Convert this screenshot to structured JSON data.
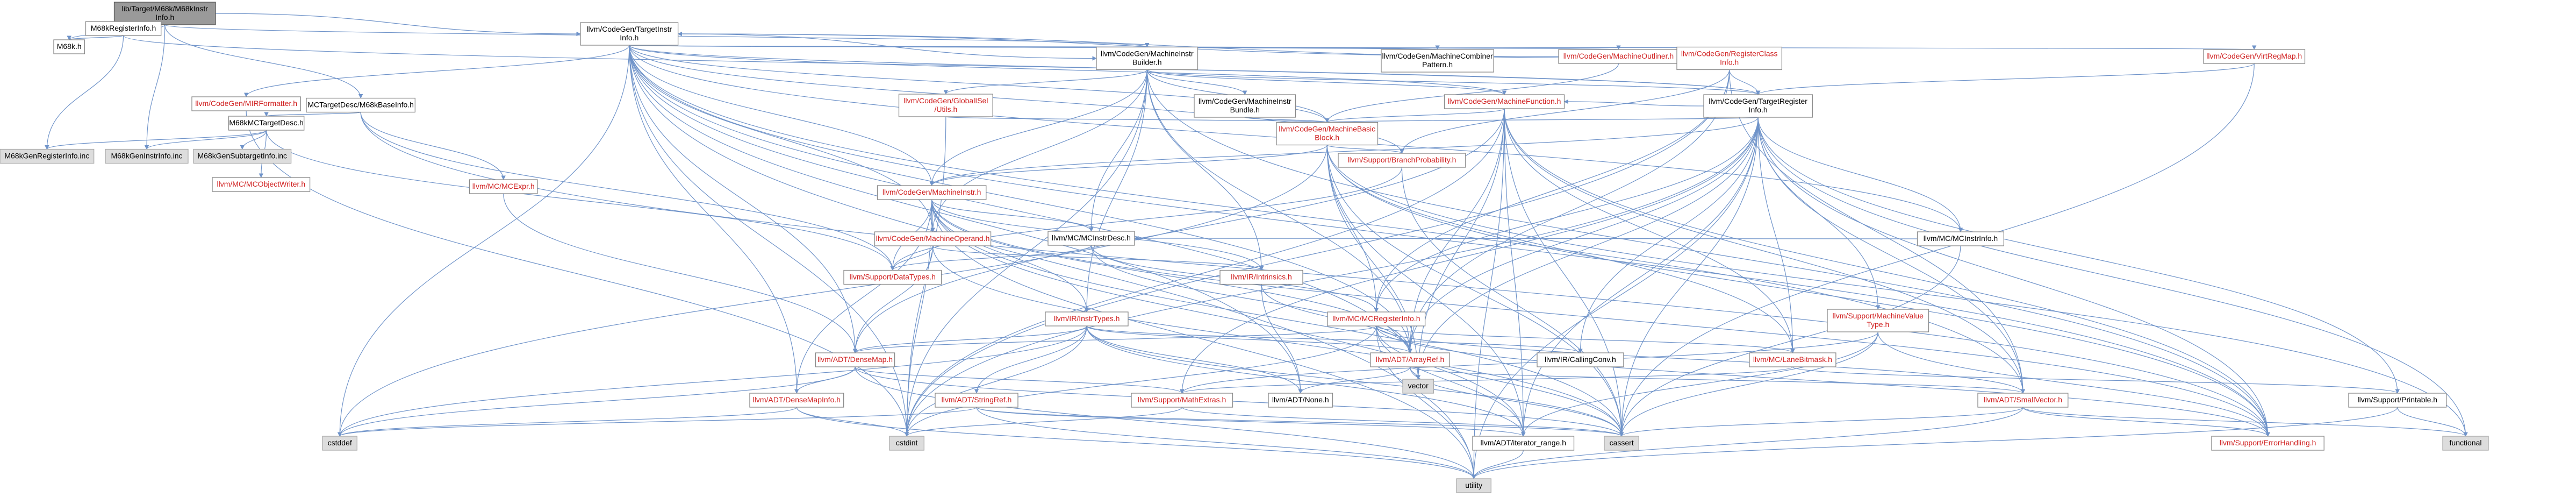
{
  "colors": {
    "background": "#ffffff",
    "edge": "#6f93c9",
    "node_fill": "#ffffff",
    "node_border": "#888888",
    "root_fill": "#9a9a9a",
    "root_border": "#555555",
    "external_fill": "#dddddd",
    "external_border": "#aaaaaa",
    "header_text": "#000000",
    "linked_text": "#d02020"
  },
  "nodes": [
    {
      "id": "root",
      "lines": [
        "lib/Target/M68k/M68kInstr",
        "Info.h"
      ],
      "style": "root"
    },
    {
      "id": "regh",
      "lines": [
        "M68kRegisterInfo.h"
      ],
      "style": "plain"
    },
    {
      "id": "m68kh",
      "lines": [
        "M68k.h"
      ],
      "style": "plain"
    },
    {
      "id": "tii",
      "lines": [
        "llvm/CodeGen/TargetInstr",
        "Info.h"
      ],
      "style": "plain"
    },
    {
      "id": "mcbaseinfo",
      "lines": [
        "MCTargetDesc/M68kBaseInfo.h"
      ],
      "style": "plain"
    },
    {
      "id": "mctargetdesc",
      "lines": [
        "M68kMCTargetDesc.h"
      ],
      "style": "plain"
    },
    {
      "id": "reginfoinc",
      "lines": [
        "M68kGenRegisterInfo.inc"
      ],
      "style": "external"
    },
    {
      "id": "instrinfoinc",
      "lines": [
        "M68kGenInstrInfo.inc"
      ],
      "style": "external"
    },
    {
      "id": "subtargetinc",
      "lines": [
        "M68kGenSubtargetInfo.inc"
      ],
      "style": "external"
    },
    {
      "id": "mcobjwriter",
      "lines": [
        "llvm/MC/MCObjectWriter.h"
      ],
      "style": "linked"
    },
    {
      "id": "mcexpr",
      "lines": [
        "llvm/MC/MCExpr.h"
      ],
      "style": "linked"
    },
    {
      "id": "mirformatter",
      "lines": [
        "llvm/CodeGen/MIRFormatter.h"
      ],
      "style": "linked"
    },
    {
      "id": "mib",
      "lines": [
        "llvm/CodeGen/MachineInstr",
        "Builder.h"
      ],
      "style": "plain"
    },
    {
      "id": "globalisel",
      "lines": [
        "llvm/CodeGen/GlobalISel",
        "/Utils.h"
      ],
      "style": "linked"
    },
    {
      "id": "mibundle",
      "lines": [
        "llvm/CodeGen/MachineInstr",
        "Bundle.h"
      ],
      "style": "plain"
    },
    {
      "id": "mcp",
      "lines": [
        "llvm/CodeGen/MachineCombiner",
        "Pattern.h"
      ],
      "style": "plain"
    },
    {
      "id": "moutliner",
      "lines": [
        "llvm/CodeGen/MachineOutliner.h"
      ],
      "style": "linked"
    },
    {
      "id": "rci",
      "lines": [
        "llvm/CodeGen/RegisterClass",
        "Info.h"
      ],
      "style": "linked"
    },
    {
      "id": "vrm",
      "lines": [
        "llvm/CodeGen/VirtRegMap.h"
      ],
      "style": "linked"
    },
    {
      "id": "mf",
      "lines": [
        "llvm/CodeGen/MachineFunction.h"
      ],
      "style": "linked"
    },
    {
      "id": "tri",
      "lines": [
        "llvm/CodeGen/TargetRegister",
        "Info.h"
      ],
      "style": "plain"
    },
    {
      "id": "mbb",
      "lines": [
        "llvm/CodeGen/MachineBasic",
        "Block.h"
      ],
      "style": "linked"
    },
    {
      "id": "bp",
      "lines": [
        "llvm/Support/BranchProbability.h"
      ],
      "style": "linked"
    },
    {
      "id": "mi",
      "lines": [
        "llvm/CodeGen/MachineInstr.h"
      ],
      "style": "linked"
    },
    {
      "id": "mo",
      "lines": [
        "llvm/CodeGen/MachineOperand.h"
      ],
      "style": "linked"
    },
    {
      "id": "mcinstrdesc",
      "lines": [
        "llvm/MC/MCInstrDesc.h"
      ],
      "style": "plain"
    },
    {
      "id": "mcinstrinfo",
      "lines": [
        "llvm/MC/MCInstrInfo.h"
      ],
      "style": "plain"
    },
    {
      "id": "datatypes",
      "lines": [
        "llvm/Support/DataTypes.h"
      ],
      "style": "linked"
    },
    {
      "id": "intrinsics",
      "lines": [
        "llvm/IR/Intrinsics.h"
      ],
      "style": "linked"
    },
    {
      "id": "irinstrtypes",
      "lines": [
        "llvm/IR/InstrTypes.h"
      ],
      "style": "linked"
    },
    {
      "id": "mcreginfo",
      "lines": [
        "llvm/MC/MCRegisterInfo.h"
      ],
      "style": "linked"
    },
    {
      "id": "mvt",
      "lines": [
        "llvm/Support/MachineValue",
        "Type.h"
      ],
      "style": "linked"
    },
    {
      "id": "densemap",
      "lines": [
        "llvm/ADT/DenseMap.h"
      ],
      "style": "linked"
    },
    {
      "id": "arrayref",
      "lines": [
        "llvm/ADT/ArrayRef.h"
      ],
      "style": "linked"
    },
    {
      "id": "callingconv",
      "lines": [
        "llvm/IR/CallingConv.h"
      ],
      "style": "plain"
    },
    {
      "id": "lanebitmask",
      "lines": [
        "llvm/MC/LaneBitmask.h"
      ],
      "style": "linked"
    },
    {
      "id": "densemapinfo",
      "lines": [
        "llvm/ADT/DenseMapInfo.h"
      ],
      "style": "linked"
    },
    {
      "id": "stringref",
      "lines": [
        "llvm/ADT/StringRef.h"
      ],
      "style": "linked"
    },
    {
      "id": "mathextras",
      "lines": [
        "llvm/Support/MathExtras.h"
      ],
      "style": "linked"
    },
    {
      "id": "none",
      "lines": [
        "llvm/ADT/None.h"
      ],
      "style": "plain"
    },
    {
      "id": "smallvector",
      "lines": [
        "llvm/ADT/SmallVector.h"
      ],
      "style": "linked"
    },
    {
      "id": "printable",
      "lines": [
        "llvm/Support/Printable.h"
      ],
      "style": "plain"
    },
    {
      "id": "vector",
      "lines": [
        "vector"
      ],
      "style": "external"
    },
    {
      "id": "cstddef",
      "lines": [
        "cstddef"
      ],
      "style": "external"
    },
    {
      "id": "cstdint",
      "lines": [
        "cstdint"
      ],
      "style": "external"
    },
    {
      "id": "cassert",
      "lines": [
        "cassert"
      ],
      "style": "external"
    },
    {
      "id": "iterrange",
      "lines": [
        "llvm/ADT/iterator_range.h"
      ],
      "style": "plain"
    },
    {
      "id": "errorhandling",
      "lines": [
        "llvm/Support/ErrorHandling.h"
      ],
      "style": "linked"
    },
    {
      "id": "functional",
      "lines": [
        "functional"
      ],
      "style": "external"
    },
    {
      "id": "utility",
      "lines": [
        "utility"
      ],
      "style": "external"
    }
  ],
  "edges": [
    [
      "root",
      "regh"
    ],
    [
      "root",
      "m68kh"
    ],
    [
      "root",
      "tii"
    ],
    [
      "root",
      "mcbaseinfo"
    ],
    [
      "root",
      "instrinfoinc"
    ],
    [
      "root",
      "mib"
    ],
    [
      "regh",
      "m68kh"
    ],
    [
      "regh",
      "reginfoinc"
    ],
    [
      "regh",
      "tri"
    ],
    [
      "mcbaseinfo",
      "mctargetdesc"
    ],
    [
      "mcbaseinfo",
      "mcexpr"
    ],
    [
      "mcbaseinfo",
      "datatypes"
    ],
    [
      "mcbaseinfo",
      "errorhandling"
    ],
    [
      "mctargetdesc",
      "reginfoinc"
    ],
    [
      "mctargetdesc",
      "instrinfoinc"
    ],
    [
      "mctargetdesc",
      "subtargetinc"
    ],
    [
      "mctargetdesc",
      "mcobjwriter"
    ],
    [
      "mctargetdesc",
      "datatypes"
    ],
    [
      "mcexpr",
      "densemap"
    ],
    [
      "mirformatter",
      "cstdint"
    ],
    [
      "tii",
      "mib"
    ],
    [
      "tii",
      "mcp"
    ],
    [
      "tii",
      "moutliner"
    ],
    [
      "tii",
      "rci"
    ],
    [
      "tii",
      "vrm"
    ],
    [
      "tii",
      "mirformatter"
    ],
    [
      "tii",
      "mf"
    ],
    [
      "tii",
      "tri"
    ],
    [
      "tii",
      "mbb"
    ],
    [
      "tii",
      "mi"
    ],
    [
      "tii",
      "mo"
    ],
    [
      "tii",
      "mcinstrinfo"
    ],
    [
      "tii",
      "arrayref"
    ],
    [
      "tii",
      "densemap"
    ],
    [
      "tii",
      "none"
    ],
    [
      "tii",
      "errorhandling"
    ],
    [
      "tii",
      "cstddef"
    ],
    [
      "tii",
      "cstdint"
    ],
    [
      "tii",
      "utility"
    ],
    [
      "tii",
      "vector"
    ],
    [
      "tii",
      "bp"
    ],
    [
      "tii",
      "smallvector"
    ],
    [
      "tii",
      "densemapinfo"
    ],
    [
      "mib",
      "globalisel"
    ],
    [
      "mib",
      "mibundle"
    ],
    [
      "mib",
      "mf"
    ],
    [
      "mib",
      "mbb"
    ],
    [
      "mib",
      "mi"
    ],
    [
      "mib",
      "mo"
    ],
    [
      "mib",
      "tri"
    ],
    [
      "mib",
      "irinstrtypes"
    ],
    [
      "mib",
      "intrinsics"
    ],
    [
      "mib",
      "errorhandling"
    ],
    [
      "mib",
      "cstdint"
    ],
    [
      "mib",
      "arrayref"
    ],
    [
      "mib",
      "mcinstrdesc"
    ],
    [
      "globalisel",
      "mbb"
    ],
    [
      "globalisel",
      "cstdint"
    ],
    [
      "mibundle",
      "mbb"
    ],
    [
      "moutliner",
      "mbb"
    ],
    [
      "moutliner",
      "tii"
    ],
    [
      "rci",
      "arrayref"
    ],
    [
      "rci",
      "bp"
    ],
    [
      "rci",
      "smallvector"
    ],
    [
      "rci",
      "tri"
    ],
    [
      "rci",
      "mcreginfo"
    ],
    [
      "rci",
      "cstdint"
    ],
    [
      "vrm",
      "tri"
    ],
    [
      "vrm",
      "cassert"
    ],
    [
      "mf",
      "mbb"
    ],
    [
      "mf",
      "arrayref"
    ],
    [
      "mf",
      "smallvector"
    ],
    [
      "mf",
      "iterrange"
    ],
    [
      "mf",
      "errorhandling"
    ],
    [
      "mf",
      "densemap"
    ],
    [
      "mf",
      "cassert"
    ],
    [
      "mf",
      "cstdint"
    ],
    [
      "mf",
      "vector"
    ],
    [
      "mf",
      "utility"
    ],
    [
      "mf",
      "lanebitmask"
    ],
    [
      "tri",
      "mf"
    ],
    [
      "tri",
      "mbb"
    ],
    [
      "tri",
      "mcreginfo"
    ],
    [
      "tri",
      "mvt"
    ],
    [
      "tri",
      "lanebitmask"
    ],
    [
      "tri",
      "smallvector"
    ],
    [
      "tri",
      "arrayref"
    ],
    [
      "tri",
      "printable"
    ],
    [
      "tri",
      "iterrange"
    ],
    [
      "tri",
      "cassert"
    ],
    [
      "tri",
      "cstdint"
    ],
    [
      "tri",
      "functional"
    ],
    [
      "tri",
      "errorhandling"
    ],
    [
      "tri",
      "callingconv"
    ],
    [
      "tri",
      "mathextras"
    ],
    [
      "tri",
      "mi"
    ],
    [
      "tri",
      "mcinstrinfo"
    ],
    [
      "tri",
      "vector"
    ],
    [
      "tri",
      "utility"
    ],
    [
      "mbb",
      "bp"
    ],
    [
      "mbb",
      "mi"
    ],
    [
      "mbb",
      "iterrange"
    ],
    [
      "mbb",
      "cassert"
    ],
    [
      "mbb",
      "cstddef"
    ],
    [
      "mbb",
      "functional"
    ],
    [
      "mbb",
      "lanebitmask"
    ],
    [
      "mbb",
      "vector"
    ],
    [
      "mbb",
      "errorhandling"
    ],
    [
      "mbb",
      "mcreginfo"
    ],
    [
      "bp",
      "datatypes"
    ],
    [
      "bp",
      "cassert"
    ],
    [
      "mi",
      "mo"
    ],
    [
      "mi",
      "mcinstrdesc"
    ],
    [
      "mi",
      "densemapinfo"
    ],
    [
      "mi",
      "arrayref"
    ],
    [
      "mi",
      "iterrange"
    ],
    [
      "mi",
      "cstdint"
    ],
    [
      "mi",
      "utility"
    ],
    [
      "mi",
      "intrinsics"
    ],
    [
      "mi",
      "irinstrtypes"
    ],
    [
      "mi",
      "datatypes"
    ],
    [
      "mi",
      "errorhandling"
    ],
    [
      "mi",
      "cassert"
    ],
    [
      "mo",
      "datatypes"
    ],
    [
      "mo",
      "cassert"
    ],
    [
      "mo",
      "densemap"
    ],
    [
      "mo",
      "intrinsics"
    ],
    [
      "mcinstrdesc",
      "mcreginfo"
    ],
    [
      "mcinstrdesc",
      "datatypes"
    ],
    [
      "mcinstrdesc",
      "arrayref"
    ],
    [
      "mcinstrinfo",
      "mcinstrdesc"
    ],
    [
      "mcinstrinfo",
      "cassert"
    ],
    [
      "intrinsics",
      "arrayref"
    ],
    [
      "intrinsics",
      "none"
    ],
    [
      "intrinsics",
      "string"
    ],
    [
      "irinstrtypes",
      "arrayref"
    ],
    [
      "irinstrtypes",
      "none"
    ],
    [
      "irinstrtypes",
      "stringref"
    ],
    [
      "irinstrtypes",
      "callingconv"
    ],
    [
      "irinstrtypes",
      "iterrange"
    ],
    [
      "irinstrtypes",
      "cstddef"
    ],
    [
      "irinstrtypes",
      "cstdint"
    ],
    [
      "irinstrtypes",
      "densemap"
    ],
    [
      "irinstrtypes",
      "cassert"
    ],
    [
      "mcreginfo",
      "densemap"
    ],
    [
      "mcreginfo",
      "lanebitmask"
    ],
    [
      "mcreginfo",
      "iterrange"
    ],
    [
      "mcreginfo",
      "cassert"
    ],
    [
      "mcreginfo",
      "cstdint"
    ],
    [
      "mcreginfo",
      "utility"
    ],
    [
      "mcreginfo",
      "smallvector"
    ],
    [
      "mcreginfo",
      "errorhandling"
    ],
    [
      "mvt",
      "errorhandling"
    ],
    [
      "mvt",
      "mathextras"
    ],
    [
      "mvt",
      "cassert"
    ],
    [
      "mvt",
      "iterrange"
    ],
    [
      "densemap",
      "densemapinfo"
    ],
    [
      "densemap",
      "mathextras"
    ],
    [
      "densemap",
      "cstddef"
    ],
    [
      "densemap",
      "utility"
    ],
    [
      "densemap",
      "cassert"
    ],
    [
      "arrayref",
      "none"
    ],
    [
      "arrayref",
      "smallvector"
    ],
    [
      "arrayref",
      "vector"
    ],
    [
      "arrayref",
      "cassert"
    ],
    [
      "lanebitmask",
      "printable"
    ],
    [
      "lanebitmask",
      "mathextras"
    ],
    [
      "densemapinfo",
      "cstddef"
    ],
    [
      "densemapinfo",
      "cstdint"
    ],
    [
      "densemapinfo",
      "utility"
    ],
    [
      "stringref",
      "iterrange"
    ],
    [
      "stringref",
      "cassert"
    ],
    [
      "stringref",
      "cstddef"
    ],
    [
      "stringref",
      "utility"
    ],
    [
      "mathextras",
      "cassert"
    ],
    [
      "mathextras",
      "cstdint"
    ],
    [
      "smallvector",
      "errorhandling"
    ],
    [
      "smallvector",
      "cassert"
    ],
    [
      "smallvector",
      "utility"
    ],
    [
      "smallvector",
      "functional"
    ],
    [
      "printable",
      "functional"
    ],
    [
      "printable",
      "utility"
    ],
    [
      "iterrange",
      "utility"
    ]
  ]
}
